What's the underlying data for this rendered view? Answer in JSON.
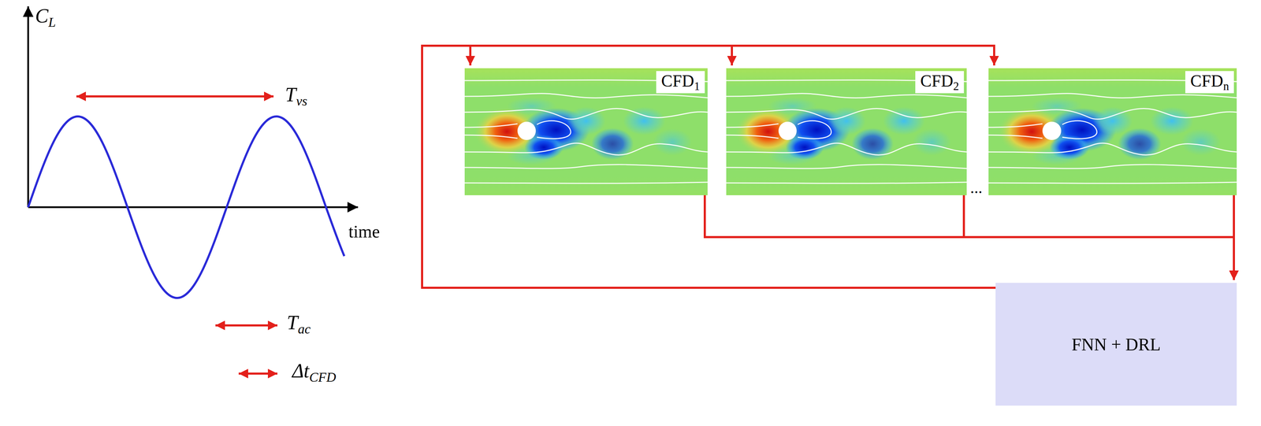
{
  "diagram": {
    "nodes": [
      {
        "text": [
          "CFD1"
        ]
      },
      {
        "text": [
          "CFD2"
        ]
      },
      {
        "text": [
          "CFDn"
        ]
      },
      {
        "text": [
          "FNN + DRL"
        ]
      }
    ],
    "edges": [
      {
        "from": 3,
        "to": 0,
        "arrow": "to"
      },
      {
        "from": 3,
        "to": 1,
        "arrow": "to"
      },
      {
        "from": 3,
        "to": 2,
        "arrow": "to"
      },
      {
        "from": 0,
        "to": 3,
        "arrow": "to"
      },
      {
        "from": 1,
        "to": 3,
        "arrow": "to"
      },
      {
        "from": 2,
        "to": 3,
        "arrow": "to"
      }
    ],
    "labels": [
      "CL",
      "time",
      "Tvs",
      "Tac",
      "ΔtCFD",
      "..."
    ]
  }
}
